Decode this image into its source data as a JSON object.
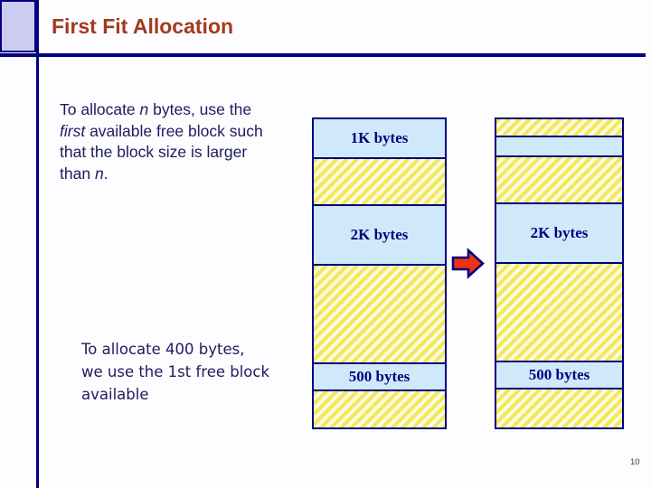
{
  "slide": {
    "title": "First Fit Allocation",
    "page_number": "10"
  },
  "colors": {
    "navy": "#000080",
    "lavender": "#ccccf2",
    "brown": "#a33a1c",
    "body_navy": "#1c1c5e",
    "free_block_fill": "#cfe9fa",
    "hatch_stripe": "#f0e85e",
    "hatch_background": "#fdfbda",
    "arrow_red": "#ee3311"
  },
  "intro": {
    "lines": [
      [
        {
          "t": "To allocate ",
          "i": false
        },
        {
          "t": "n",
          "i": true
        },
        {
          "t": " bytes, use the",
          "i": false
        }
      ],
      [
        {
          "t": "first",
          "i": true
        },
        {
          "t": " available free block such",
          "i": false
        }
      ],
      [
        {
          "t": "that the block size is larger",
          "i": false
        }
      ],
      [
        {
          "t": "than ",
          "i": false
        },
        {
          "t": "n",
          "i": true
        },
        {
          "t": ".",
          "i": false
        }
      ]
    ]
  },
  "note": {
    "lines": [
      "To allocate 400 bytes,",
      "we use the 1st free block",
      "available"
    ]
  },
  "memory_columns": [
    {
      "name": "before-allocation",
      "blocks": [
        {
          "type": "free",
          "label": "1K bytes",
          "height": 44
        },
        {
          "type": "allocated",
          "label": "",
          "height": 52
        },
        {
          "type": "free",
          "label": "2K bytes",
          "height": 66
        },
        {
          "type": "allocated",
          "label": "",
          "height": 109
        },
        {
          "type": "free",
          "label": "500 bytes",
          "height": 30
        },
        {
          "type": "allocated",
          "label": "",
          "height": 40
        }
      ]
    },
    {
      "name": "after-allocation",
      "blocks": [
        {
          "type": "allocated",
          "label": "",
          "height": 20
        },
        {
          "type": "free",
          "label": "",
          "height": 22
        },
        {
          "type": "allocated",
          "label": "",
          "height": 52
        },
        {
          "type": "free",
          "label": "2K bytes",
          "height": 66
        },
        {
          "type": "allocated",
          "label": "",
          "height": 109
        },
        {
          "type": "free",
          "label": "500 bytes",
          "height": 30
        },
        {
          "type": "allocated",
          "label": "",
          "height": 42
        }
      ]
    }
  ]
}
